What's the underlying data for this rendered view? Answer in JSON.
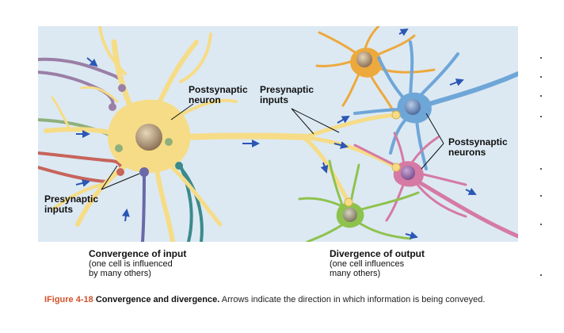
{
  "diagram": {
    "labels": {
      "postsynaptic_neuron": "Postsynaptic\nneuron",
      "presynaptic_inputs_top": "Presynaptic\ninputs",
      "presynaptic_inputs_left": "Presynaptic\ninputs",
      "postsynaptic_neurons": "Postsynaptic\nneurons"
    },
    "convergence": {
      "heading": "Convergence of input",
      "line1": "(one cell is influenced",
      "line2": "by many others)"
    },
    "divergence": {
      "heading": "Divergence of output",
      "line1": "(one cell influences",
      "line2": "many others)"
    },
    "colors": {
      "background": "#dce9f3",
      "main_neuron": "#f6dc86",
      "orange_neuron": "#eda93c",
      "blue_neuron": "#6fa6d8",
      "pink_neuron": "#d57aa4",
      "green_neuron": "#8ec24e",
      "arrow": "#2a56b5",
      "caption_accent": "#d2502a"
    }
  },
  "caption": {
    "marker": "I",
    "figure_number": "Figure 4-18",
    "title": "Convergence and divergence.",
    "text": "Arrows indicate the direction in which information is being conveyed."
  }
}
